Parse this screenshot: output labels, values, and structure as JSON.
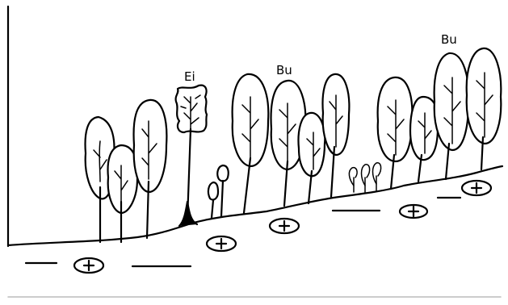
{
  "labels": {
    "oak": "Ei",
    "beech_1": "Bu",
    "beech_2": "Bu"
  }
}
